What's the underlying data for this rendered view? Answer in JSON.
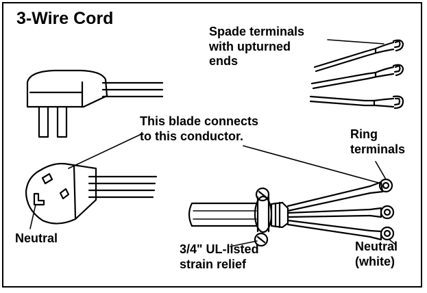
{
  "title": "3-Wire Cord",
  "labels": {
    "spade_terminals": [
      "Spade terminals",
      "with upturned",
      "ends"
    ],
    "blade_connects": [
      "This blade connects",
      "to this conductor."
    ],
    "ring_terminals": [
      "Ring",
      "terminals"
    ],
    "neutral_left": "Neutral",
    "strain_relief": [
      "3/4\" UL-listed",
      "strain relief"
    ],
    "neutral_right": [
      "Neutral",
      "(white)"
    ]
  }
}
